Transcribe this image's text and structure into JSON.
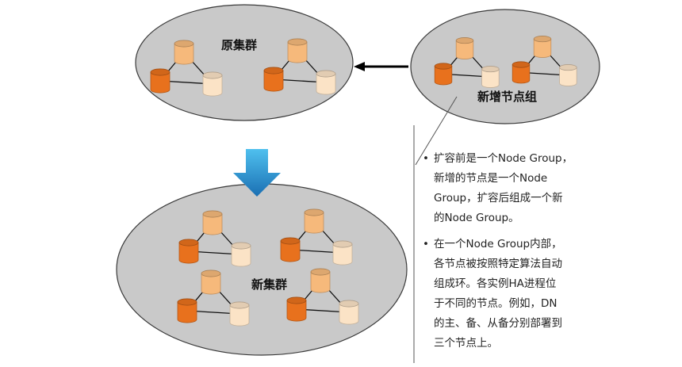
{
  "labels": {
    "original_cluster": "原集群",
    "new_node_group": "新增节点组",
    "new_cluster": "新集群"
  },
  "notes": [
    {
      "lines": [
        "扩容前是一个Node Group，",
        "新增的节点是一个Node",
        "Group，扩容后组成一个新",
        "的Node Group。"
      ]
    },
    {
      "lines": [
        "在一个Node Group内部，",
        "各节点被按照特定算法自动",
        "组成环。各实例HA进程位",
        "于不同的节点。例如，DN",
        "的主、备、从备分别部署到",
        "三个节点上。"
      ]
    }
  ],
  "colors": {
    "ellipse_fill": "#c9c9c9",
    "ellipse_stroke": "#3a3a3a",
    "node_dark": "#e8711d",
    "node_mid": "#f6b97b",
    "node_light": "#fbe3c6",
    "arrow_down_top": "#4fc0ef",
    "arrow_down_bottom": "#1a6fb3",
    "arrow_left": "#000000"
  }
}
